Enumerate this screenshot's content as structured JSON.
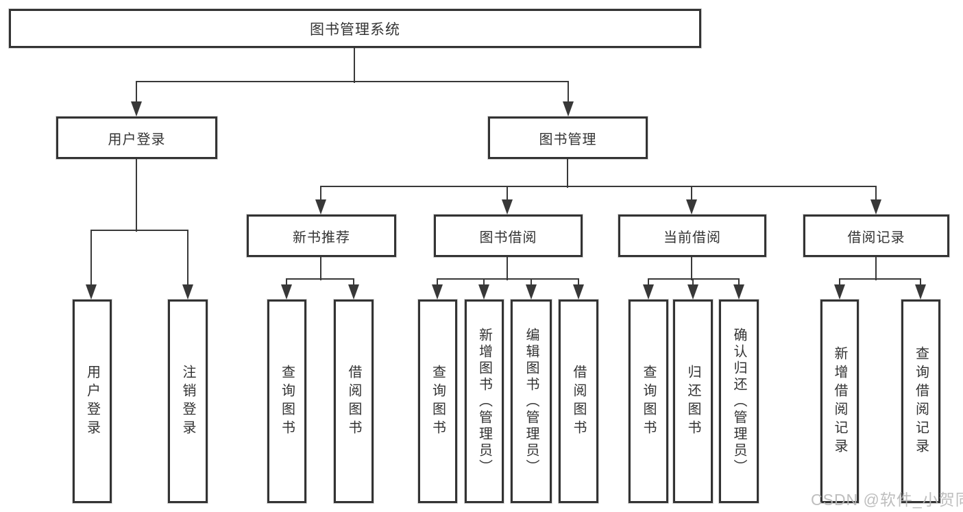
{
  "tree": {
    "root": {
      "label": "图书管理系统"
    },
    "level2": [
      {
        "label": "用户登录"
      },
      {
        "label": "图书管理"
      }
    ],
    "level3": [
      {
        "label": "新书推荐"
      },
      {
        "label": "图书借阅"
      },
      {
        "label": "当前借阅"
      },
      {
        "label": "借阅记录"
      }
    ],
    "leaves": {
      "login": [
        {
          "label": "用户登录"
        },
        {
          "label": "注销登录"
        }
      ],
      "newbook": [
        {
          "label": "查询图书"
        },
        {
          "label": "借阅图书"
        }
      ],
      "borrow": [
        {
          "label": "查询图书"
        },
        {
          "label": "新增图书（管理员）"
        },
        {
          "label": "编辑图书（管理员）"
        },
        {
          "label": "借阅图书"
        }
      ],
      "current": [
        {
          "label": "查询图书"
        },
        {
          "label": "归还图书"
        },
        {
          "label": "确认归还（管理员）"
        }
      ],
      "record": [
        {
          "label": "新增借阅记录"
        },
        {
          "label": "查询借阅记录"
        }
      ]
    }
  },
  "watermark": {
    "text": "CSDN @软件_小贺同学"
  },
  "colors": {
    "line": "#383838",
    "box_border": "#333333",
    "text": "#333333",
    "background": "#ffffff",
    "watermark": "#b9b9b9"
  }
}
